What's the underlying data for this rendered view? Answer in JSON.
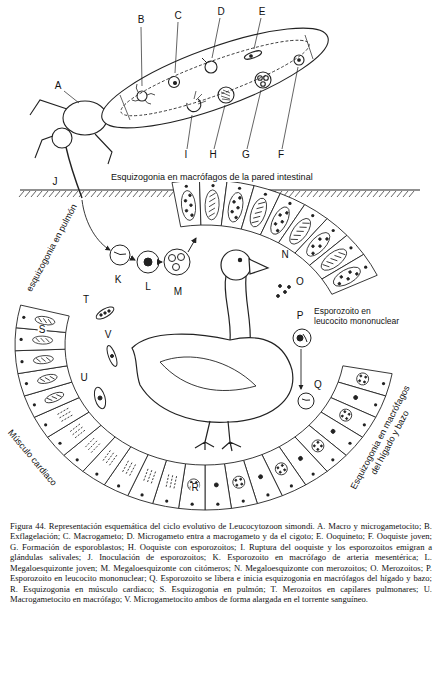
{
  "diagram": {
    "caption": "Figura 44. Representación esquemática del ciclo evolutivo de Leucocytozoon simondi. A. Macro y microgametocito; B. Exflagelación; C. Macrogameto; D. Microgameto entra a macrogameto y da el cigoto; E. Ooquineto; F. Ooquiste joven; G. Formación de esporoblastos; H. Ooquiste con esporozoitos; I. Ruptura del ooquiste y los esporozoitos emigran a glándulas salivales; J. Inoculación de esporozoitos; K. Esporozoito en macrófago de arteria mesentérica; L. Megaloesquizonte joven; M. Megaloesquizonte con citómeros; N. Megaloesquizonte con merozoitos; O. Merozoitos; P. Esporozoito en leucocito mononuclear; Q. Esporozoito se libera e inicia esquizogonia en macrófagos del hígado y bazo; R. Esquizogonia en músculo cardiaco; S. Esquizogonia en pulmón; T. Merozoitos en capilares pulmonares; U. Macrogametocito en macrófago; V. Microgametocito ambos de forma alargada en el torrente sanguíneo.",
    "labels": [
      "A",
      "B",
      "C",
      "D",
      "E",
      "F",
      "G",
      "H",
      "I",
      "J",
      "Esquizogonia en macrófagos de la pared intestinal",
      "K",
      "L",
      "M",
      "N",
      "O",
      "esquizogonia en pulmón",
      "S",
      "T",
      "V",
      "U",
      "P",
      "Esporozoito en leucocito mononuclear",
      "Q",
      "Esquizogonia en macrófagos del hígado y bazo",
      "Músculo cardiaco",
      "R"
    ]
  }
}
